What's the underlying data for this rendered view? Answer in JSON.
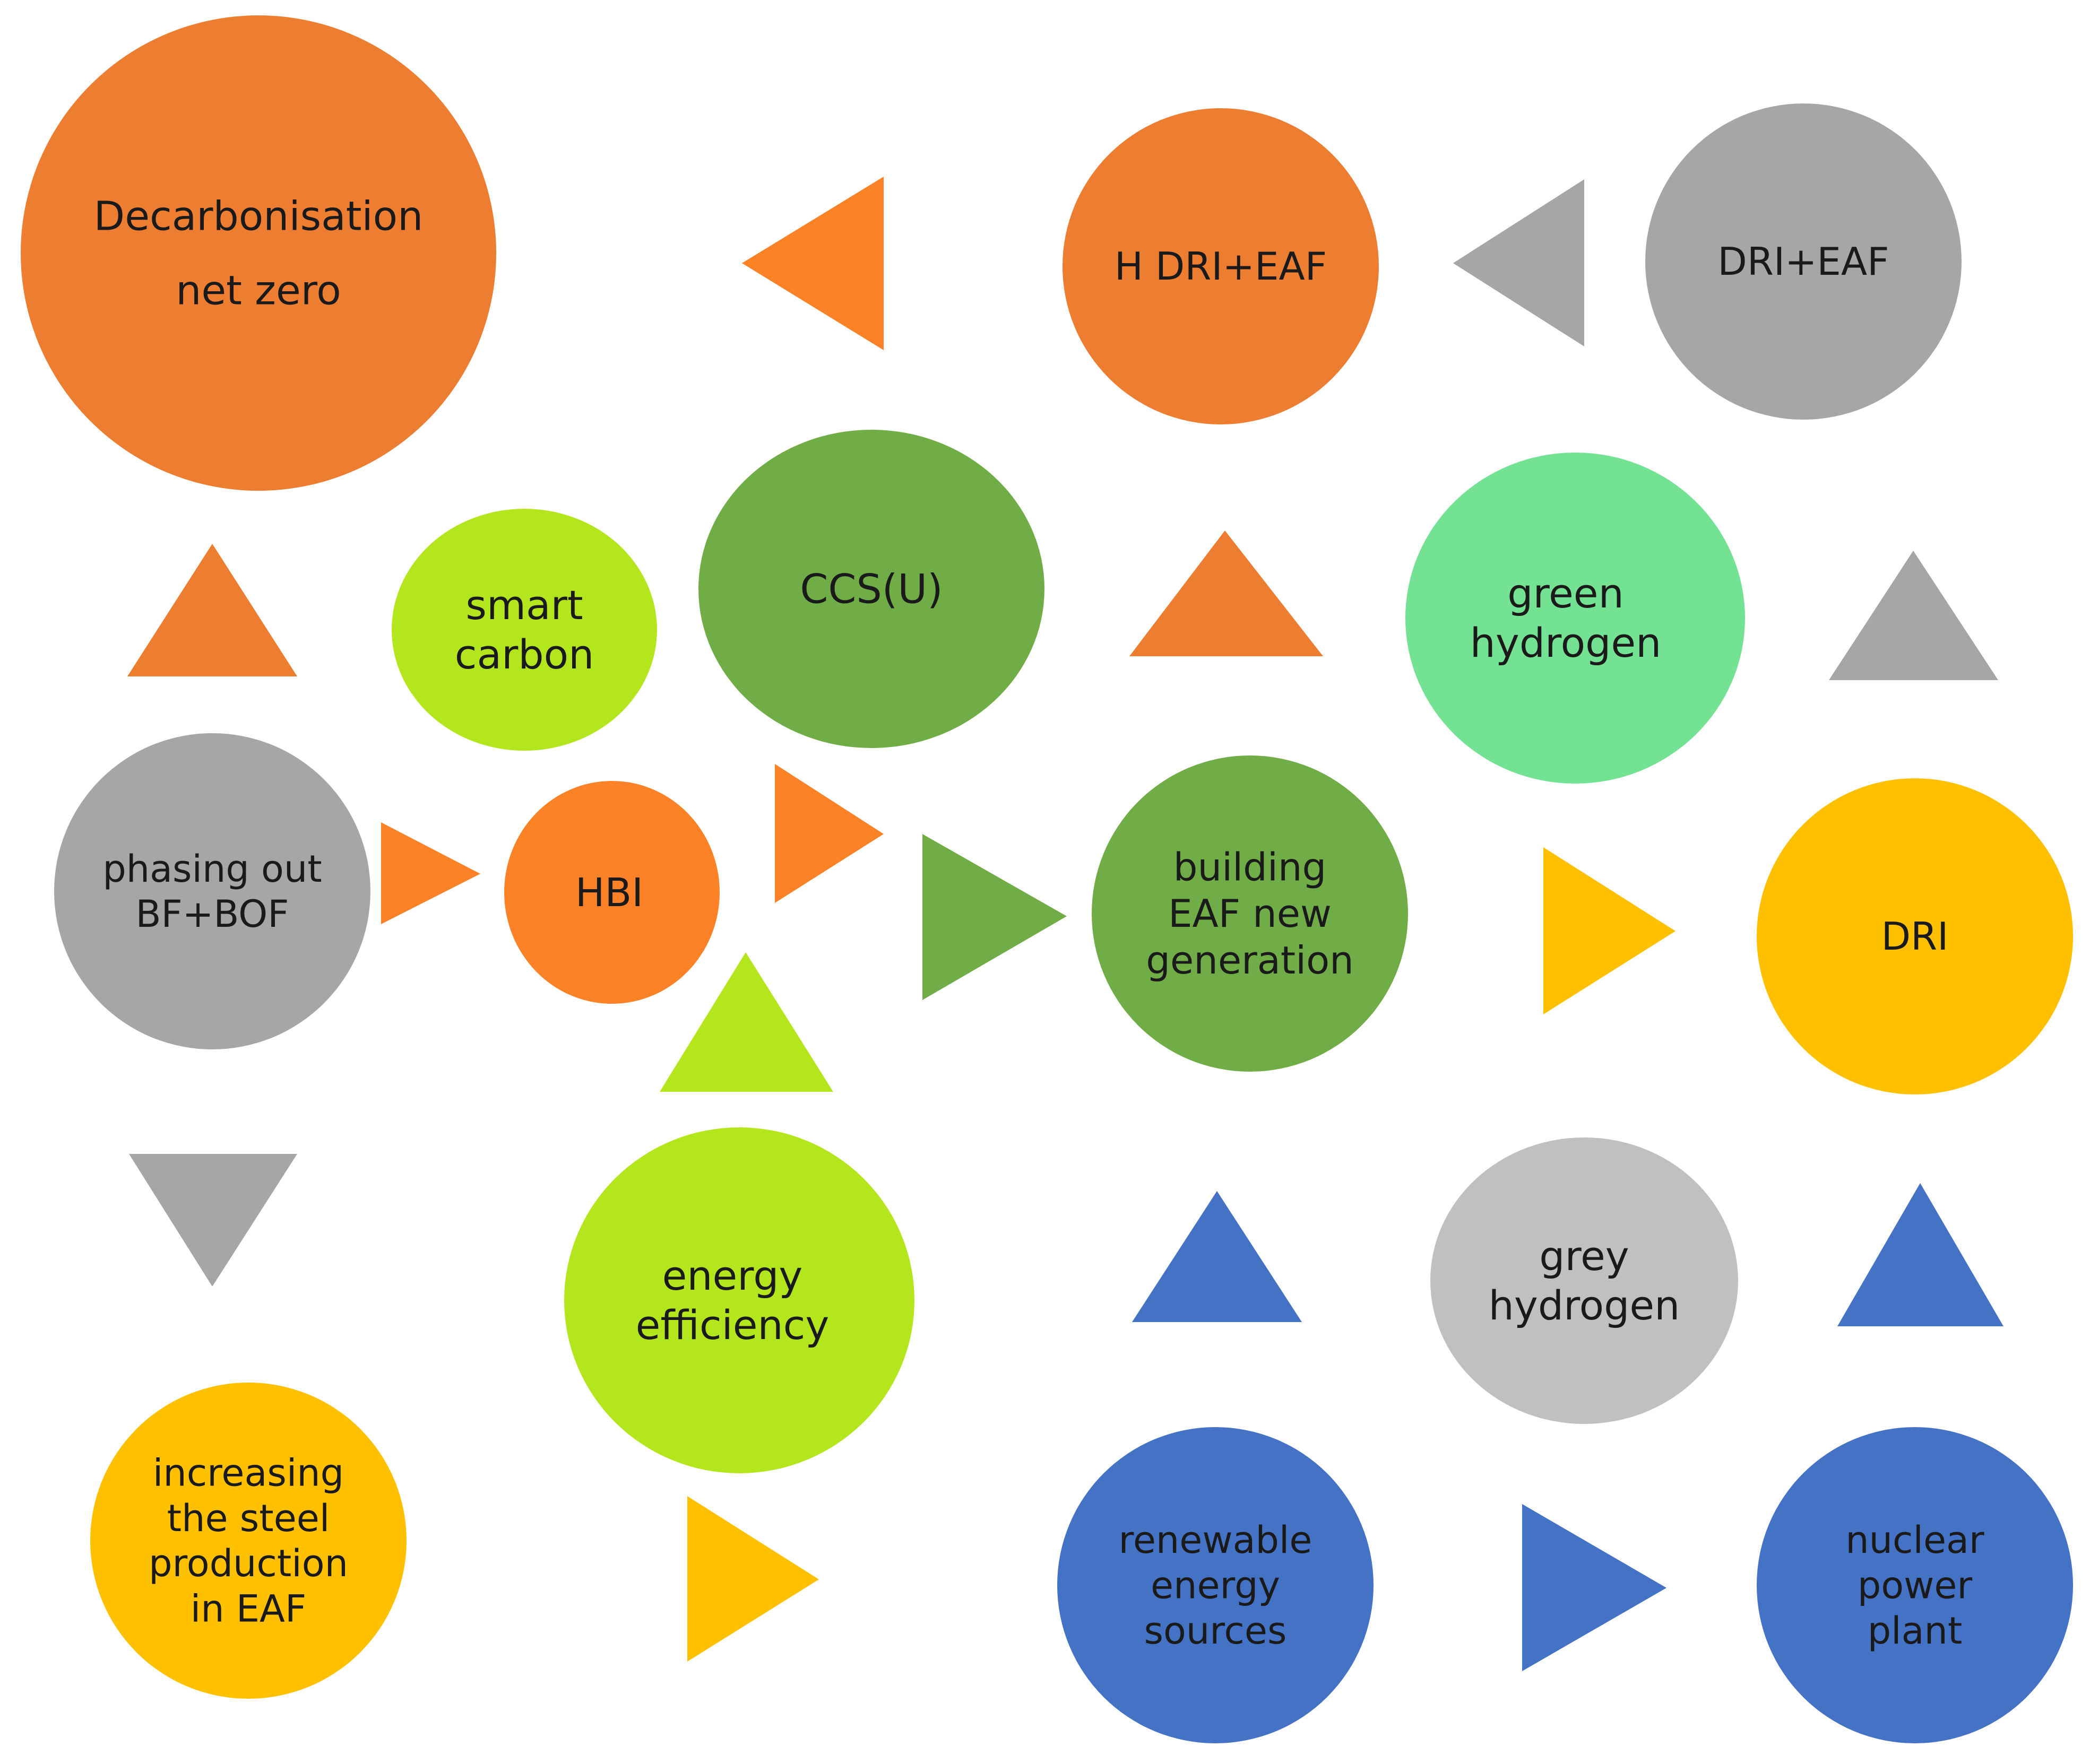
{
  "colors": {
    "orange": "#ED7D31",
    "bright_orange": "#FC8228",
    "grey": "#A6A6A6",
    "light_grey": "#C0C0C0",
    "green": "#70AD47",
    "lime": "#B4E61E",
    "mint": "#74E293",
    "gold": "#FFC000",
    "blue": "#4472C4"
  },
  "nodes": {
    "decarbonisation": {
      "lines": [
        "Decarbonisation",
        "net zero"
      ],
      "color": "orange"
    },
    "h_dri_eaf": {
      "lines": [
        "H DRI+EAF"
      ],
      "color": "orange"
    },
    "dri_eaf": {
      "lines": [
        "DRI+EAF"
      ],
      "color": "grey"
    },
    "smart_carbon": {
      "lines": [
        "smart",
        "carbon"
      ],
      "color": "lime"
    },
    "ccsu": {
      "lines": [
        "CCS(U)"
      ],
      "color": "green"
    },
    "green_hydrogen": {
      "lines": [
        "green",
        "hydrogen"
      ],
      "color": "mint"
    },
    "phasing_out": {
      "lines": [
        "phasing out",
        "BF+BOF"
      ],
      "color": "grey"
    },
    "hbi": {
      "lines": [
        "HBI"
      ],
      "color": "bright_orange"
    },
    "building_eaf": {
      "lines": [
        "building",
        "EAF new",
        "generation"
      ],
      "color": "green"
    },
    "dri": {
      "lines": [
        "DRI"
      ],
      "color": "gold"
    },
    "energy_efficiency": {
      "lines": [
        "energy",
        "efficiency"
      ],
      "color": "lime"
    },
    "grey_hydrogen": {
      "lines": [
        "grey",
        "hydrogen"
      ],
      "color": "light_grey"
    },
    "increasing_eaf": {
      "lines": [
        "increasing",
        "the steel",
        "production",
        "in EAF"
      ],
      "color": "gold"
    },
    "renewable": {
      "lines": [
        "renewable",
        "energy",
        "sources"
      ],
      "color": "blue"
    },
    "nuclear": {
      "lines": [
        "nuclear",
        "power",
        "plant"
      ],
      "color": "blue"
    }
  },
  "arrows": [
    {
      "name": "arrow-to-decarbonisation-from-h-dri",
      "direction": "left",
      "color": "bright_orange"
    },
    {
      "name": "arrow-to-h-dri-from-dri-eaf",
      "direction": "left",
      "color": "grey"
    },
    {
      "name": "arrow-up-to-decarbonisation",
      "direction": "up",
      "color": "orange"
    },
    {
      "name": "arrow-up-to-h-dri",
      "direction": "up",
      "color": "orange"
    },
    {
      "name": "arrow-up-to-dri-eaf",
      "direction": "up",
      "color": "grey"
    },
    {
      "name": "arrow-phasing-to-hbi",
      "direction": "right",
      "color": "bright_orange"
    },
    {
      "name": "arrow-hbi-up-right",
      "direction": "right",
      "color": "bright_orange"
    },
    {
      "name": "arrow-to-building-eaf",
      "direction": "right",
      "color": "green"
    },
    {
      "name": "arrow-dri-to-building-eaf",
      "direction": "right",
      "color": "gold"
    },
    {
      "name": "arrow-efficiency-up-to-hbi",
      "direction": "up",
      "color": "lime"
    },
    {
      "name": "arrow-down-to-increasing-eaf",
      "direction": "down",
      "color": "grey"
    },
    {
      "name": "arrow-up-from-renewable",
      "direction": "up",
      "color": "blue"
    },
    {
      "name": "arrow-up-from-nuclear",
      "direction": "up",
      "color": "blue"
    },
    {
      "name": "arrow-efficiency-bottom-right",
      "direction": "right",
      "color": "gold"
    },
    {
      "name": "arrow-renewable-to-nuclear",
      "direction": "right",
      "color": "blue"
    }
  ]
}
